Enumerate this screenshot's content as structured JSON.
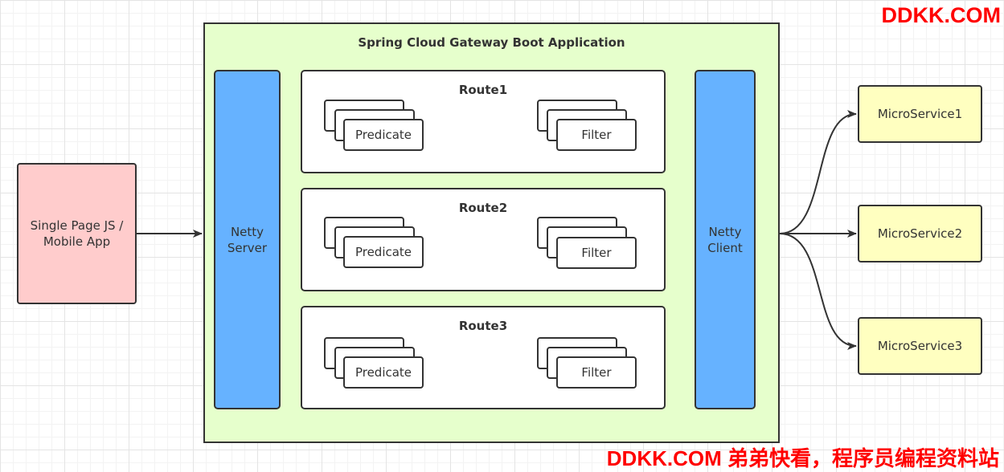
{
  "client": {
    "label": "Single Page JS / Mobile App"
  },
  "gateway": {
    "title": "Spring Cloud Gateway Boot Application"
  },
  "netty_server": {
    "label": "Netty Server"
  },
  "netty_client": {
    "label": "Netty Client"
  },
  "routes": [
    {
      "title": "Route1",
      "predicate": "Predicate",
      "filter": "Filter"
    },
    {
      "title": "Route2",
      "predicate": "Predicate",
      "filter": "Filter"
    },
    {
      "title": "Route3",
      "predicate": "Predicate",
      "filter": "Filter"
    }
  ],
  "microservices": [
    {
      "label": "MicroService1"
    },
    {
      "label": "MicroService2"
    },
    {
      "label": "MicroService3"
    }
  ],
  "watermark": {
    "top": "DDKK.COM",
    "bottom": "DDKK.COM 弟弟快看，程序员编程资料站"
  },
  "colors": {
    "client": "#ffcccc",
    "gateway": "#e6ffcc",
    "netty": "#66b2ff",
    "microservice": "#ffffc0",
    "watermark": "#ff0000"
  }
}
